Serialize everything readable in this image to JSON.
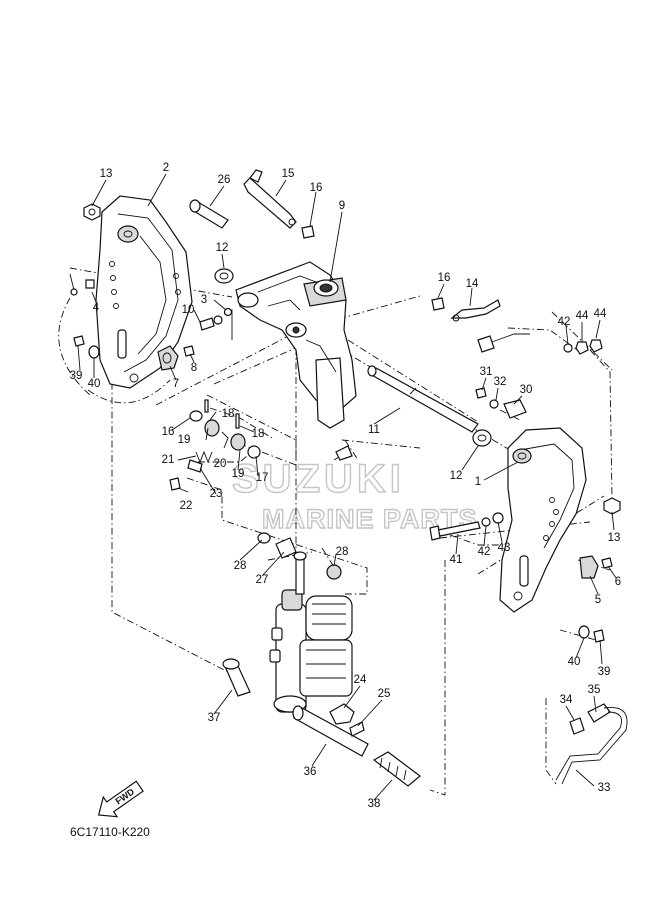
{
  "diagram": {
    "code": "6C17110-K220",
    "fwd_label": "FWD",
    "watermark": {
      "brand": "SUZUKI",
      "subtitle": "MARINE PARTS"
    },
    "callouts": [
      "1",
      "2",
      "3",
      "4",
      "5",
      "6",
      "7",
      "8",
      "9",
      "10",
      "11",
      "12",
      "12",
      "13",
      "13",
      "14",
      "15",
      "16",
      "16",
      "16",
      "17",
      "18",
      "18",
      "19",
      "19",
      "20",
      "21",
      "22",
      "23",
      "24",
      "25",
      "26",
      "27",
      "28",
      "28",
      "30",
      "31",
      "32",
      "33",
      "34",
      "35",
      "36",
      "37",
      "38",
      "39",
      "39",
      "40",
      "40",
      "41",
      "42",
      "42",
      "43",
      "44",
      "44"
    ]
  }
}
